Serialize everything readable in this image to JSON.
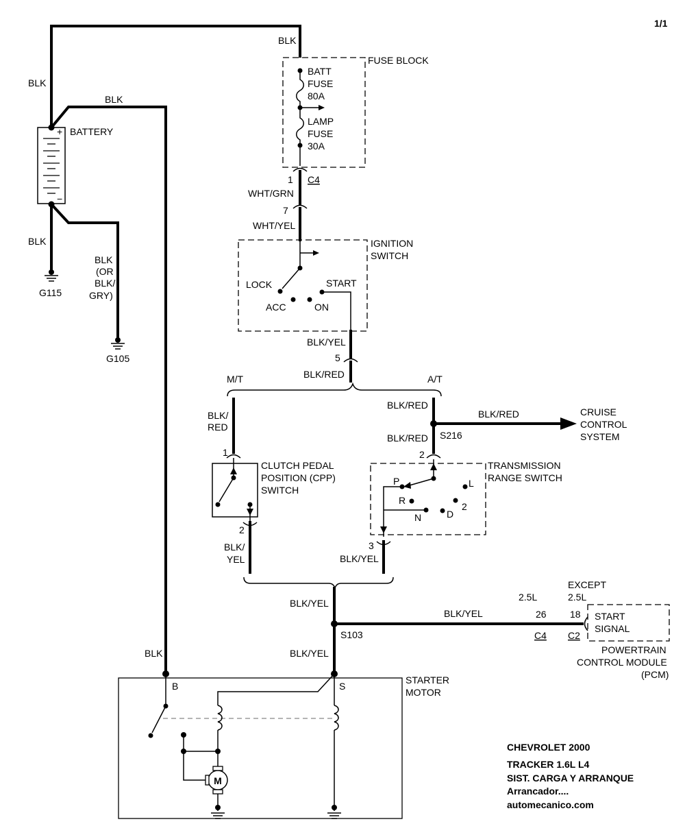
{
  "page_marker": "1/1",
  "labels": {
    "wire_blk_top": "BLK",
    "wire_blk_left": "BLK",
    "wire_blk_mid": "BLK",
    "battery": "BATTERY",
    "battery_plus": "+",
    "battery_minus": "−",
    "wire_blk_g115": "BLK",
    "g115": "G115",
    "wire_g105_1": "BLK",
    "wire_g105_2": "(OR",
    "wire_g105_3": "BLK/",
    "wire_g105_4": "GRY)",
    "g105": "G105",
    "fuse_block": "FUSE BLOCK",
    "batt_fuse_1": "BATT",
    "batt_fuse_2": "FUSE",
    "batt_fuse_3": "80A",
    "lamp_fuse_1": "LAMP",
    "lamp_fuse_2": "FUSE",
    "lamp_fuse_3": "30A",
    "pin_1": "1",
    "conn_c4_top": "C4",
    "wire_wht_grn": "WHT/GRN",
    "pin_7": "7",
    "wire_wht_yel": "WHT/YEL",
    "ign_switch_1": "IGNITION",
    "ign_switch_2": "SWITCH",
    "lock": "LOCK",
    "start": "START",
    "acc": "ACC",
    "on": "ON",
    "wire_blk_yel_ign": "BLK/YEL",
    "pin_5": "5",
    "wire_blk_red_main": "BLK/RED",
    "mt": "M/T",
    "at": "A/T",
    "wire_blk_red_at": "BLK/RED",
    "wire_blk_red_cruise": "BLK/RED",
    "cruise_1": "CRUISE",
    "cruise_2": "CONTROL",
    "cruise_3": "SYSTEM",
    "s216": "S216",
    "wire_blk_red_trs": "BLK/RED",
    "wire_cpp_1": "BLK/",
    "wire_cpp_2": "RED",
    "cpp_pin_1": "1",
    "cpp_1": "CLUTCH PEDAL",
    "cpp_2": "POSITION (CPP)",
    "cpp_3": "SWITCH",
    "cpp_pin_2": "2",
    "trs_pin_2": "2",
    "trs_1": "TRANSMISSION",
    "trs_2": "RANGE SWITCH",
    "p": "P",
    "r": "R",
    "n": "N",
    "d": "D",
    "l": "L",
    "two": "2",
    "trs_pin_3": "3",
    "wire_cpp_out_1": "BLK/",
    "wire_cpp_out_2": "YEL",
    "wire_trs_out": "BLK/YEL",
    "wire_blk_yel_s103_top": "BLK/YEL",
    "wire_blk_yel_pcm": "BLK/YEL",
    "s103": "S103",
    "wire_blk_yel_starter": "BLK/YEL",
    "wire_blk_starter": "BLK",
    "engine_25": "2.5L",
    "except_1": "EXCEPT",
    "except_2": "2.5L",
    "pin_26": "26",
    "pin_18": "18",
    "conn_c4_pcm": "C4",
    "conn_c2_pcm": "C2",
    "start_signal_1": "START",
    "start_signal_2": "SIGNAL",
    "pcm_1": "POWERTRAIN",
    "pcm_2": "CONTROL MODULE",
    "pcm_3": "(PCM)",
    "terminal_b": "B",
    "terminal_s": "S",
    "starter_1": "STARTER",
    "starter_2": "MOTOR",
    "motor": "M"
  },
  "title_block": {
    "make": "CHEVROLET 2000",
    "model": "TRACKER  1.6L  L4",
    "system": "SIST. CARGA Y ARRANQUE",
    "component": "Arrancador....",
    "site": "automecanico.com"
  }
}
